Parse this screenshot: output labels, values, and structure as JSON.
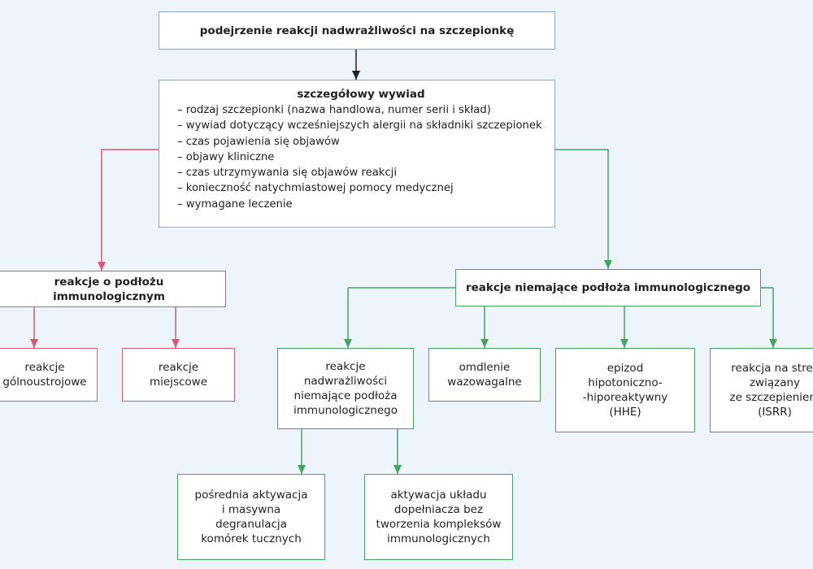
{
  "colors": {
    "background": "#edf4fb",
    "neutral": "#8fa6c6",
    "red": "#d95a6a",
    "green": "#46a55c",
    "arrow_dark": "#222222"
  },
  "diagram": {
    "top": {
      "label": "podejrzenie reakcji nadwrażliwości na szczepionkę"
    },
    "details": {
      "title": "szczegółowy wywiad",
      "items": [
        "rodzaj szczepionki (nazwa handlowa, numer serii i skład)",
        "wywiad dotyczący wcześniejszych alergii na składniki szczepionek",
        "czas pojawienia się objawów",
        "objawy kliniczne",
        "czas utrzymywania się objawów reakcji",
        "konieczność natychmiastowej pomocy medycznej",
        "wymagane leczenie"
      ]
    },
    "immuno": {
      "label": "reakcje o podłożu immunologicznym"
    },
    "systemic": {
      "label": "reakcje\ngólnoustrojowe"
    },
    "local": {
      "label": "reakcje\nmiejscowe"
    },
    "nonimmuno": {
      "label": "reakcje niemające podłoża immunologicznego"
    },
    "hypersens": {
      "label": "reakcje\nnadwrażliwości\nniemające podłoża\nimmunologicznego"
    },
    "syncope": {
      "label": "omdlenie\nwazowagalne"
    },
    "hhe": {
      "label": "epizod\nhipotoniczno-\n-hiporeaktywny\n(HHE)"
    },
    "isrr": {
      "label": "reakcja na stres\nzwiązany\nze szczepieniem\n(ISRR)"
    },
    "mast": {
      "label": "pośrednia aktywacja\ni masywna\ndegranulacja\nkomórek tucznych"
    },
    "complement": {
      "label": "aktywacja układu\ndopełniacza bez\ntworzenia kompleksów\nimmunologicznych"
    }
  }
}
